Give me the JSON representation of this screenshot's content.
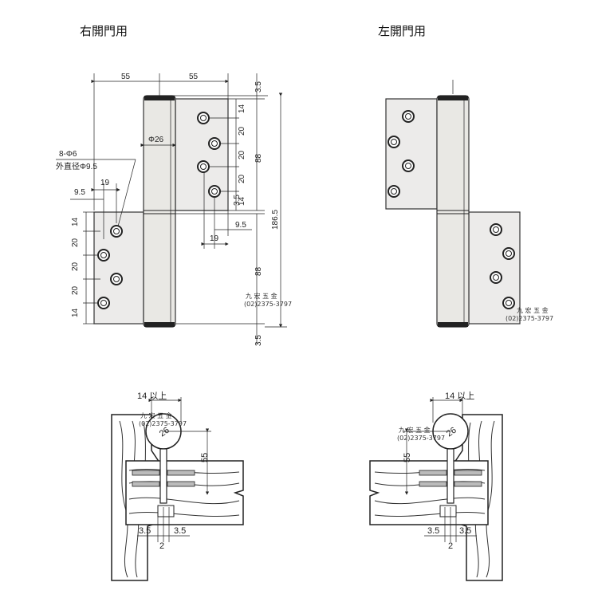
{
  "titles": {
    "right_open": "右開門用",
    "left_open": "左開門用"
  },
  "watermark": {
    "name": "九 宏 五 金",
    "phone": "(02)2375-3797"
  },
  "dimensions": {
    "width_55": "55",
    "diameter_26": "Φ26",
    "holes_8": "8-Φ6",
    "outer_dia": "外直径Φ9.5",
    "d_9_5": "9.5",
    "d_19": "19",
    "d_14": "14",
    "d_20": "20",
    "d_3_5": "3.5",
    "d_88": "88",
    "d_186_5": "186.5",
    "d_2": "2",
    "over_14": "14 以上",
    "phi26_short": "26"
  }
}
